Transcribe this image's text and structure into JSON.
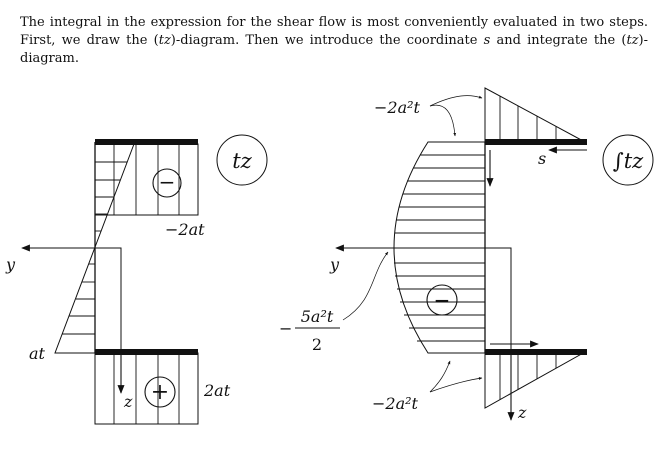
{
  "paragraph": {
    "p1": "The integral in the expression for the shear flow is most conveniently evaluated in two steps. First, we draw the (",
    "m1": "tz",
    "p2": ")-diagram.  Then we introduce the coordinate ",
    "m2": "s",
    "p3": " and integrate the (",
    "m3": "tz",
    "p4": ")-diagram."
  },
  "left_diagram": {
    "badge": "tz",
    "top_sign": "−",
    "bottom_sign": "+",
    "label_top_right": "−2at",
    "label_bottom_right": "2at",
    "label_left": "at",
    "axis_y": "y",
    "axis_z": "z"
  },
  "right_diagram": {
    "badge": "∫tz",
    "label_top": "−2a²t",
    "label_bottom": "−2a²t",
    "label_mid_minus": "−",
    "label_mid_num": "5a²t",
    "label_mid_den": "2",
    "center_sign": "−",
    "axis_y": "y",
    "axis_s": "s",
    "axis_z": "z"
  }
}
